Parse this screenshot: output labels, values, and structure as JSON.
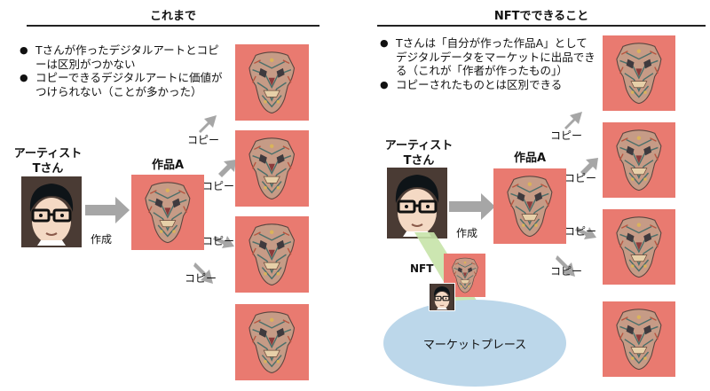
{
  "left": {
    "title": "これまで",
    "bullets": [
      "Tさんが作ったデジタルアートとコピーは区別がつかない",
      "コピーできるデジタルアートに価値がつけられない（ことが多かった）"
    ],
    "artist_name": "アーティスト",
    "artist_suffix": "Tさん",
    "artwork_label": "作品A",
    "create_label": "作成",
    "copy_labels": [
      "コピー",
      "コピー",
      "コピー",
      "コピー"
    ]
  },
  "right": {
    "title": "NFTでできること",
    "bullets": [
      "Tさんは「自分が作った作品A」としてデジタルデータをマーケットに出品できる（これが「作者が作ったもの」）",
      "コピーされたものとは区別できる"
    ],
    "artist_name": "アーティスト",
    "artist_suffix": "Tさん",
    "artwork_label": "作品A",
    "create_label": "作成",
    "nft_label": "NFT",
    "market_label": "マーケットプレース",
    "copy_labels": [
      "コピー",
      "コピー",
      "コピー",
      "コピー"
    ]
  },
  "colors": {
    "tile": "#e97a70",
    "arrow": "#a6a6a6",
    "market": "#bcd7ea",
    "beam": "#c6e3a8"
  }
}
